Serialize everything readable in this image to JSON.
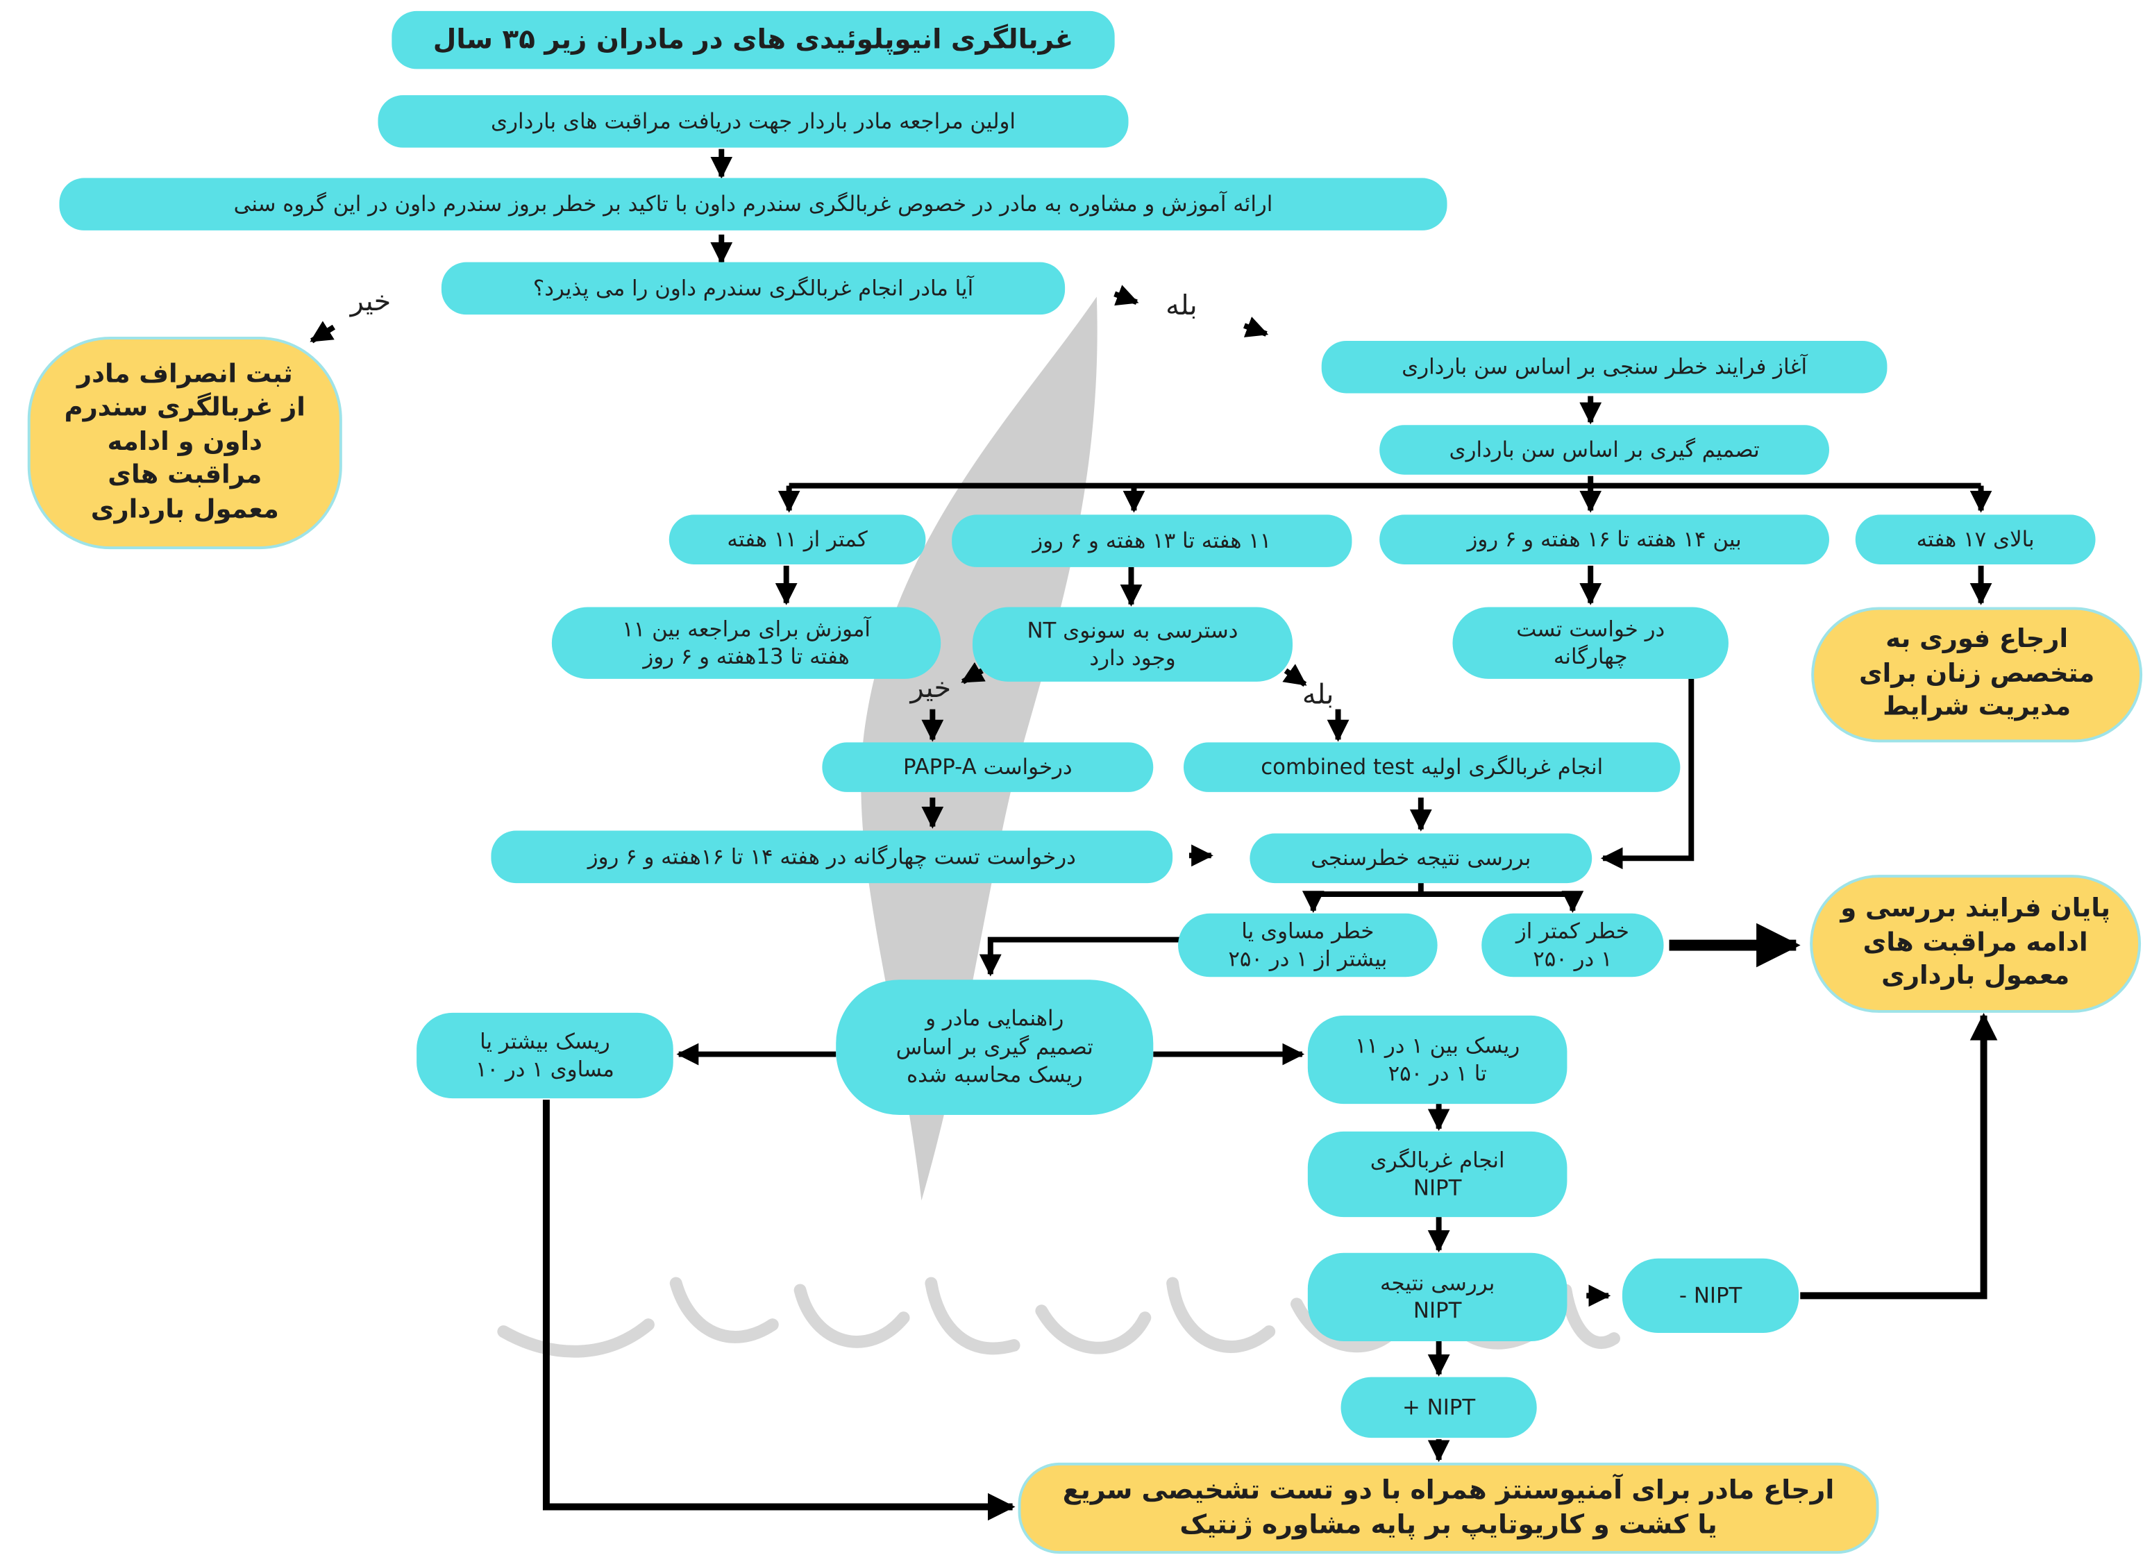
{
  "title": "غربالگری انیوپلوئیدی های در مادران زیر ۳۵ سال",
  "colors": {
    "process": "#5ae0e6",
    "terminal": "#fcd767",
    "terminal_border": "#9ee3e8",
    "arrow": "#000000",
    "watermark": "#c9c9c9"
  },
  "steps": {
    "first_visit": "اولین مراجعه مادر باردار جهت دریافت مراقبت های بارداری",
    "counseling": "ارائه آموزش و مشاوره به مادر در خصوص غربالگری سندرم داون با تاکید بر خطر بروز سندرم داون در این گروه سنی",
    "question": "آیا مادر انجام غربالگری سندرم داون را می پذیرد؟",
    "decline": "ثبت انصراف مادر\nاز غربالگری سندرم\nداون و ادامه\nمراقبت های\nمعمول بارداری",
    "risk_start": "آغاز فرایند خطر سنجی بر اساس سن بارداری",
    "decide_age": "تصمیم گیری بر اساس سن بارداری"
  },
  "labels": {
    "no_1": "خیر",
    "yes_1": "بله",
    "no_2": "خیر",
    "yes_2": "بله"
  },
  "branches": {
    "under11": "کمتر از ۱۱ هفته",
    "w11to13": "۱۱ هفته تا ۱۳ هفته و ۶ روز",
    "w14to16": "بین ۱۴ هفته تا ۱۶ هفته و ۶ روز",
    "over17": "بالای ۱۷ هفته"
  },
  "actions": {
    "educate": "آموزش برای مراجعه بین ۱۱\nهفته تا 13هفته و ۶ روز",
    "nt_access": "دسترسی به سونوی NT\nوجود دارد",
    "quad_request": "در خواست تست\nچهارگانه",
    "urgent_referral": "ارجاع فوری به\nمتخصص زنان برای\nمدیریت شرایط",
    "pappa": "درخواست PAPP-A",
    "combined": "انجام غربالگری اولیه combined test",
    "quad_later": "درخواست تست چهارگانه در هفته ۱۴ تا ۱۶هفته و ۶ روز",
    "review": "بررسی نتیجه خطرسنجی",
    "risk_high": "خطر مساوی یا\nبیشتر از ۱ در ۲۵۰",
    "risk_low": "خطر کمتر از\n۱ در ۲۵۰",
    "end_routine": "پایان فرایند بررسی و\nادامه مراقبت های\nمعمول بارداری",
    "guidance": "راهنمایی مادر و\nتصمیم گیری بر اساس\nریسک محاسبه شده",
    "risk_ge10": "ریسک بیشتر یا\nمساوی ۱ در ۱۰",
    "risk_mid": "ریسک بین ۱ در ۱۱\nتا ۱ در ۲۵۰",
    "nipt_do": "انجام غربالگری\nNIPT",
    "nipt_review": "بررسی نتیجه\nNIPT",
    "nipt_neg": "NIPT -",
    "nipt_pos": "NIPT +",
    "amnio": "ارجاع مادر برای آمنیوسنتز همراه با دو تست تشخیصی سریع\nیا کشت و کاریوتایپ بر پایه مشاوره ژنتیک"
  }
}
